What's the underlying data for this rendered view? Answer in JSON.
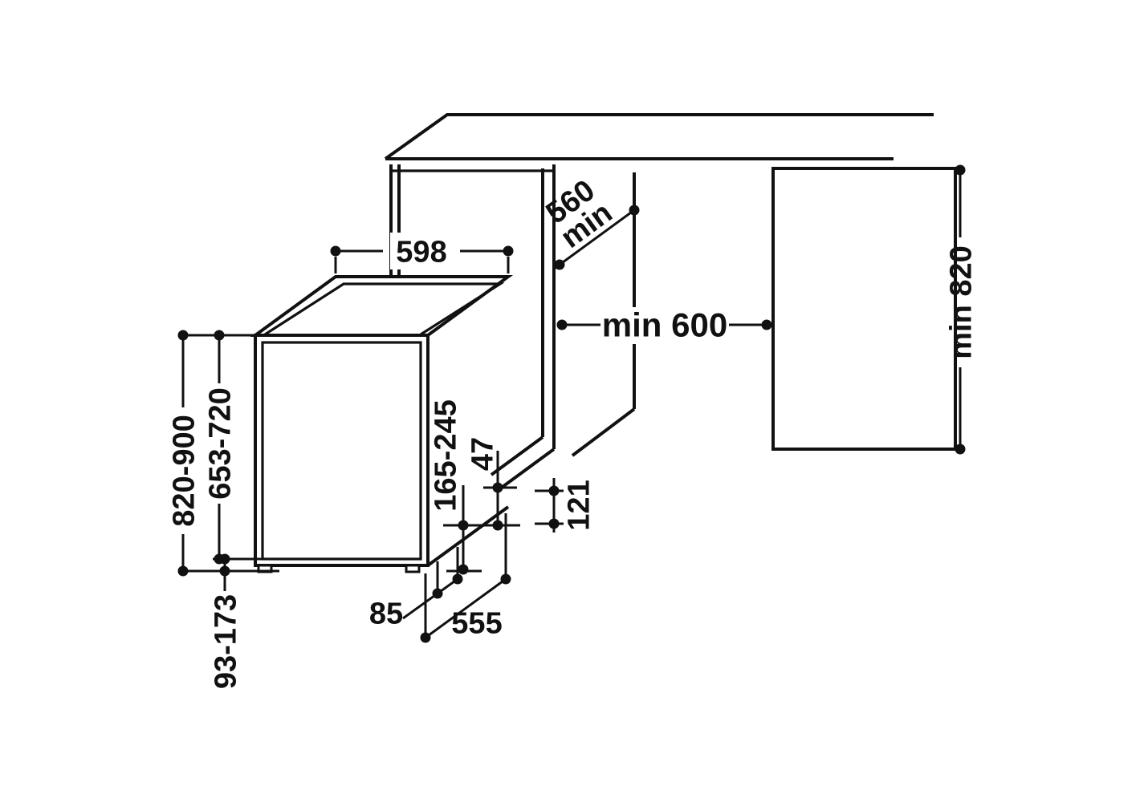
{
  "colors": {
    "ink": "#111111",
    "paper": "#ffffff"
  },
  "dimensions": {
    "width_598": "598",
    "depth_560": "560",
    "depth_560_min": "min",
    "niche_min_600": "min 600",
    "side_min_820": "min 820",
    "height_820_900": "820-900",
    "door_653_720": "653-720",
    "plinth_93_173": "93-173",
    "rear_165_245": "165-245",
    "rear_47": "47",
    "rear_121": "121",
    "front_85": "85",
    "depth_555": "555"
  }
}
